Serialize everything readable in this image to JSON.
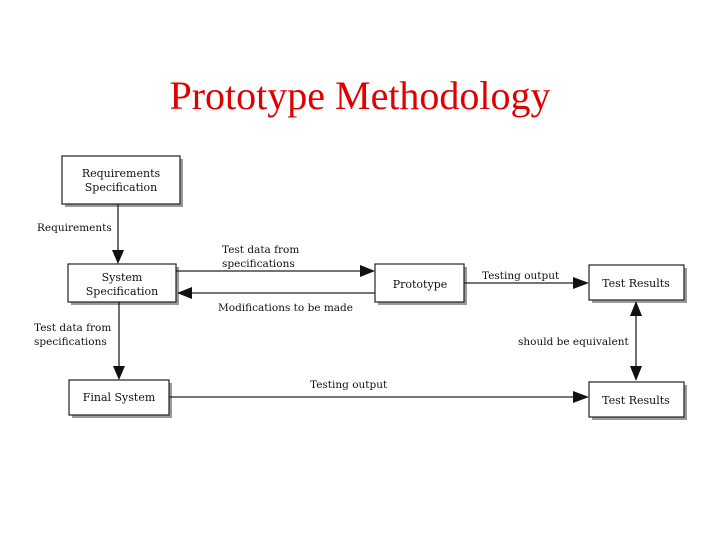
{
  "title": "Prototype Methodology",
  "boxes": {
    "requirements_spec": [
      "Requirements",
      "Specification"
    ],
    "system_spec": [
      "System",
      "Specification"
    ],
    "prototype": "Prototype",
    "test_results_1": "Test Results",
    "final_system": "Final System",
    "test_results_2": "Test Results"
  },
  "labels": {
    "requirements": "Requirements",
    "test_data_from_1": [
      "Test data from",
      "specifications"
    ],
    "modifications": "Modifications to be made",
    "testing_output_1": "Testing output",
    "test_data_from_2": [
      "Test data from",
      "specifications"
    ],
    "should_be_equivalent": "should be equivalent",
    "testing_output_2": "Testing output"
  }
}
